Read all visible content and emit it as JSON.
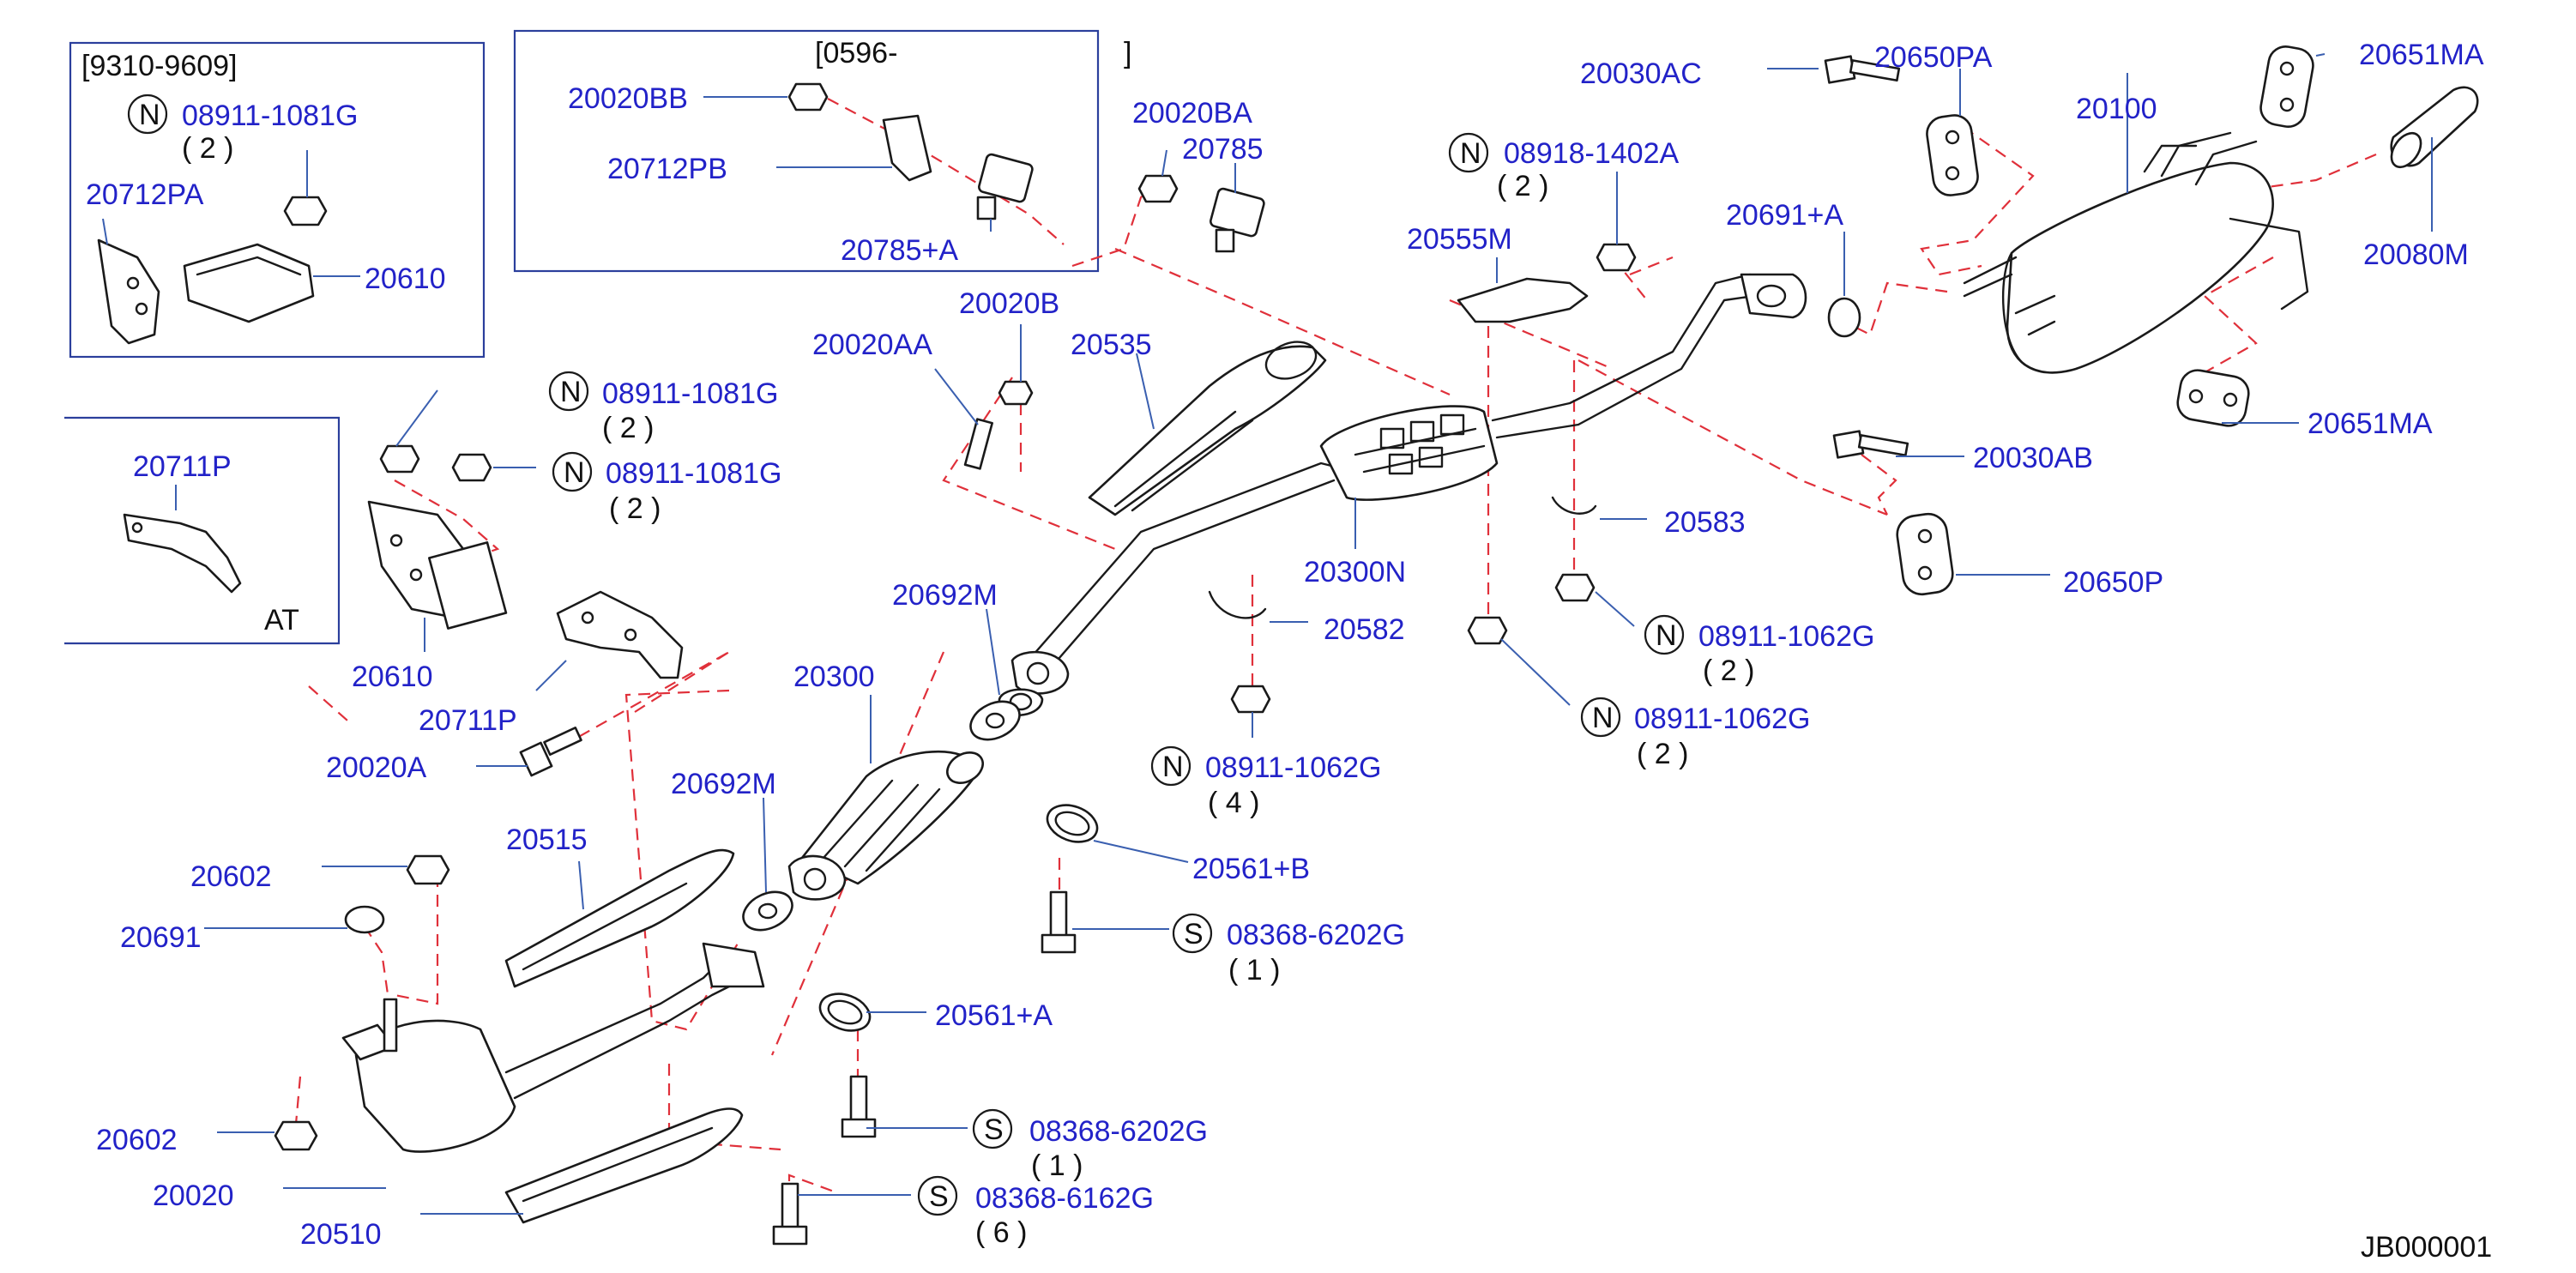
{
  "diagram_id": "JB000001",
  "callouts": {
    "box1_range": "[9310-9609]",
    "box2_range_open": "[0596-",
    "box2_range_close": "]",
    "at_note": "AT",
    "n": "N",
    "s": "S",
    "p20100": "20100",
    "p20080M": "20080M",
    "p20651MA_top": "20651MA",
    "p20651MA_bot": "20651MA",
    "p20650PA": "20650PA",
    "p20650P": "20650P",
    "p20030AC": "20030AC",
    "p20030AB": "20030AB",
    "p20691A": "20691+A",
    "p08918": "08918-1402A",
    "q2_08918": "( 2 )",
    "p20555M": "20555M",
    "p20583": "20583",
    "p20582": "20582",
    "p20300N": "20300N",
    "p08911_1062_a": "08911-1062G",
    "q2_1062_a": "( 2 )",
    "p08911_1062_b": "08911-1062G",
    "q2_1062_b": "( 2 )",
    "p08911_1062_c": "08911-1062G",
    "q4_1062_c": "( 4 )",
    "p20020BA": "20020BA",
    "p20785": "20785",
    "p20020BB": "20020BB",
    "p20712PB": "20712PB",
    "p20785A": "20785+A",
    "p08911_1081_box": "08911-1081G",
    "q2_1081_box": "( 2 )",
    "p20712PA": "20712PA",
    "p20610_box": "20610",
    "p20711P_box": "20711P",
    "p08911_1081_a": "08911-1081G",
    "q2_1081_a": "( 2 )",
    "p08911_1081_b": "08911-1081G",
    "q2_1081_b": "( 2 )",
    "p20610": "20610",
    "p20711P": "20711P",
    "p20020A": "20020A",
    "p20020AA": "20020AA",
    "p20020B": "20020B",
    "p20535": "20535",
    "p20692M_a": "20692M",
    "p20692M_b": "20692M",
    "p20300": "20300",
    "p20515": "20515",
    "p20602_a": "20602",
    "p20602_b": "20602",
    "p20691": "20691",
    "p20020": "20020",
    "p20510": "20510",
    "p20561B": "20561+B",
    "p20561A": "20561+A",
    "p08368_6202_a": "08368-6202G",
    "q1_6202_a": "( 1 )",
    "p08368_6202_b": "08368-6202G",
    "q1_6202_b": "( 1 )",
    "p08368_6162": "08368-6162G",
    "q6_6162": "( 6 )"
  }
}
